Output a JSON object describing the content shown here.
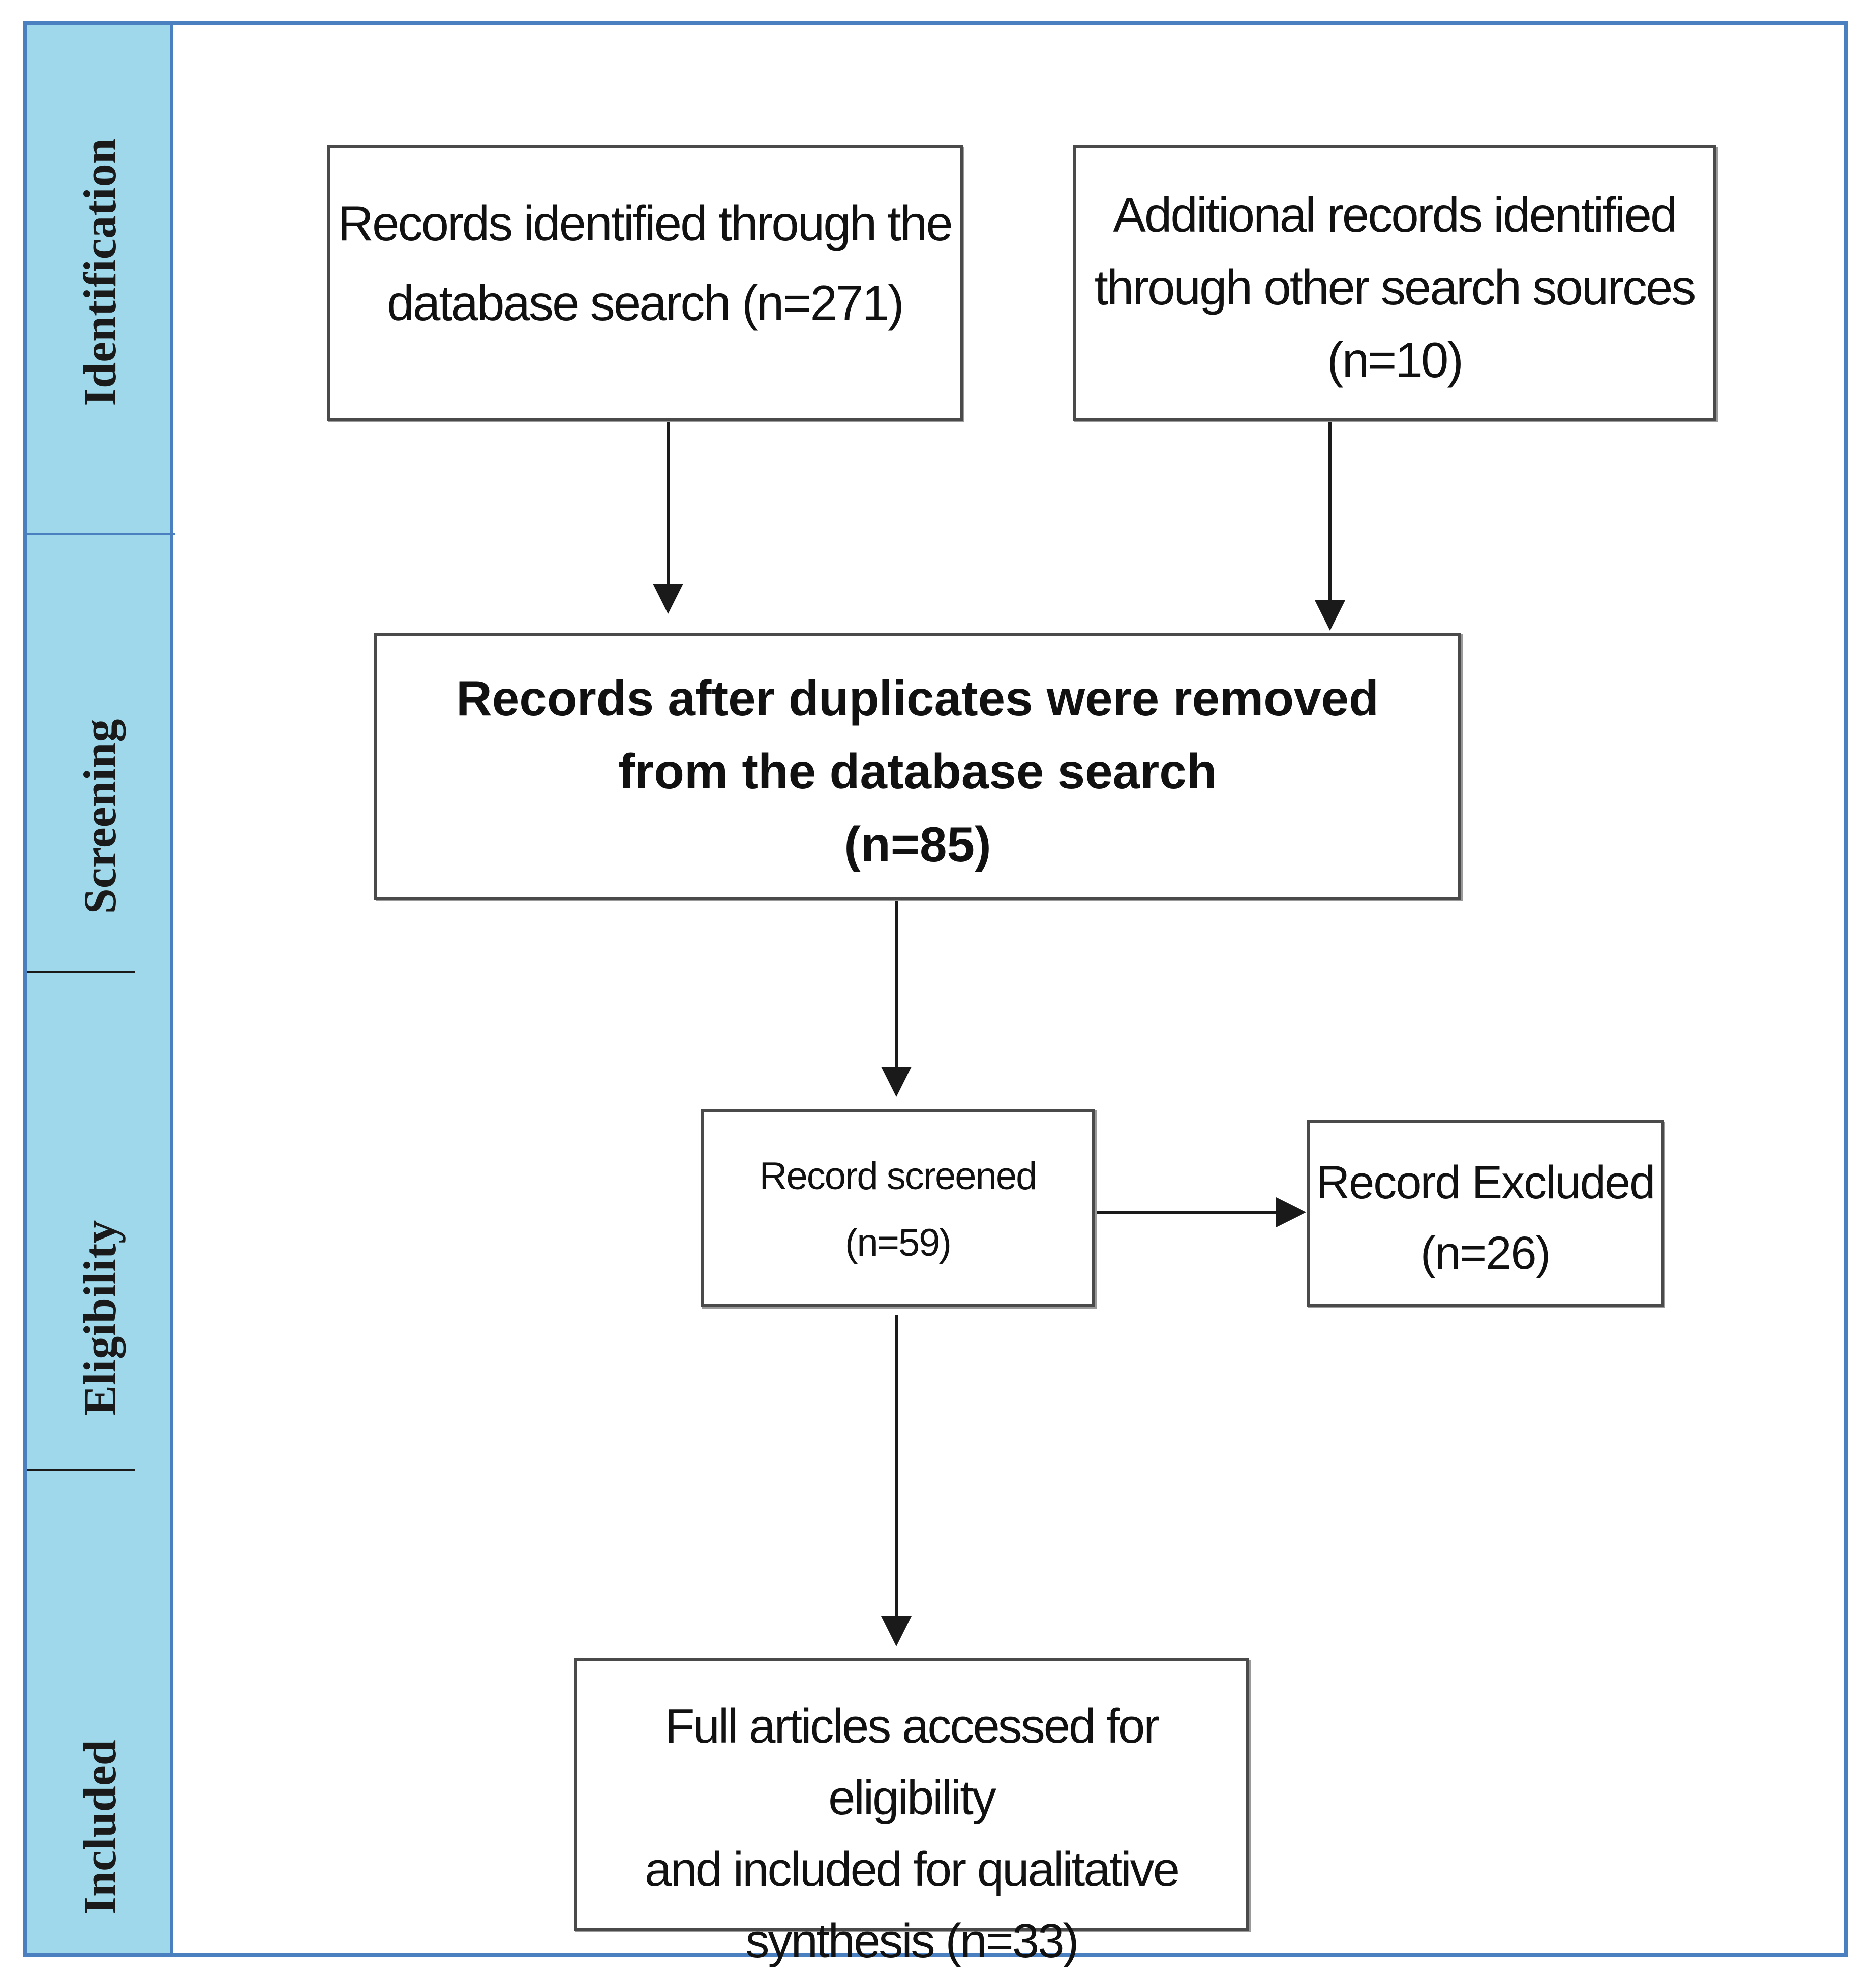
{
  "stages": [
    {
      "key": "identification",
      "label": "Identification"
    },
    {
      "key": "screening",
      "label": "Screening"
    },
    {
      "key": "eligibility",
      "label": "Eligibility"
    },
    {
      "key": "included",
      "label": "Included"
    }
  ],
  "boxes": {
    "database_search": "Records identified through the\ndatabase search (n=271)",
    "other_sources": "Additional records identified\nthrough other search sources\n(n=10)",
    "duplicates_removed": "Records after duplicates were removed\nfrom the database search\n(n=85)",
    "record_screened": "Record screened\n(n=59)",
    "record_excluded": "Record Excluded\n(n=26)",
    "full_articles": "Full articles accessed for eligibility\nand included for qualitative\nsynthesis (n=33)"
  },
  "colors": {
    "frame_border": "#4a7fc0",
    "stage_bar": "#9ed8ea",
    "box_border": "#4a4a4a",
    "arrow": "#1a1a1a"
  }
}
